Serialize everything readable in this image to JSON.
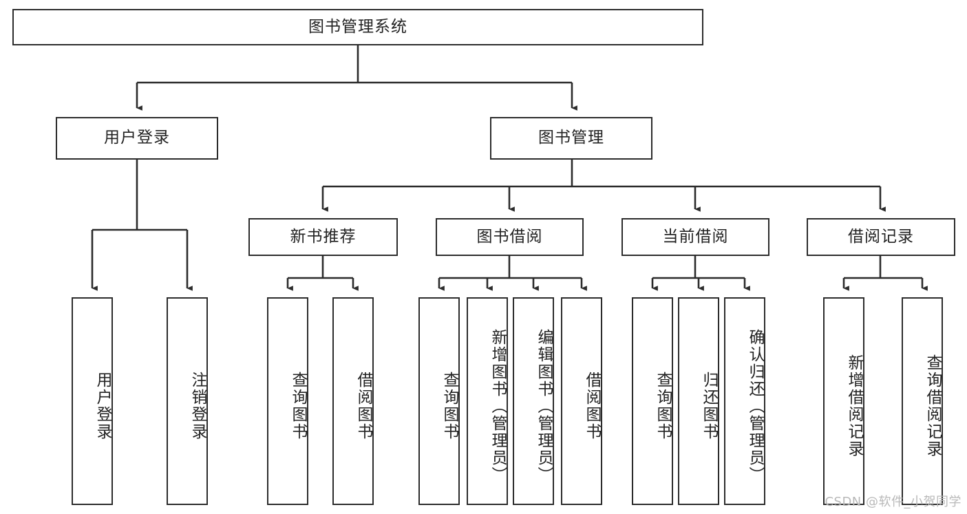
{
  "diagram": {
    "type": "tree-hierarchy",
    "title": "图书管理系统",
    "orientation": "top-down",
    "watermark": "CSDN @软件_小贺同学",
    "colors": {
      "box_border": "#2b2b2b",
      "box_fill": "#ffffff",
      "connector": "#2b2b2b",
      "text": "#222222",
      "watermark": "#b9b9b9",
      "background": "#ffffff"
    },
    "nodes": {
      "root": {
        "label": "图书管理系统",
        "level": 1,
        "text_orientation": "horizontal"
      },
      "l2": [
        {
          "id": "user-login",
          "label": "用户登录",
          "level": 2,
          "text_orientation": "horizontal"
        },
        {
          "id": "book-manage",
          "label": "图书管理",
          "level": 2,
          "text_orientation": "horizontal"
        }
      ],
      "l3": [
        {
          "id": "new-book-recommend",
          "label": "新书推荐",
          "level": 3,
          "text_orientation": "horizontal"
        },
        {
          "id": "book-borrow",
          "label": "图书借阅",
          "level": 3,
          "text_orientation": "horizontal"
        },
        {
          "id": "current-borrow",
          "label": "当前借阅",
          "level": 3,
          "text_orientation": "horizontal"
        },
        {
          "id": "borrow-record",
          "label": "借阅记录",
          "level": 3,
          "text_orientation": "horizontal"
        }
      ],
      "leaves": [
        {
          "id": "leaf-user-login",
          "label": "用户登录",
          "parent": "user-login",
          "text_orientation": "vertical"
        },
        {
          "id": "leaf-logout",
          "label": "注销登录",
          "parent": "user-login",
          "text_orientation": "vertical"
        },
        {
          "id": "leaf-query-book-rec",
          "label": "查询图书",
          "parent": "new-book-recommend",
          "text_orientation": "vertical"
        },
        {
          "id": "leaf-borrow-book-rec",
          "label": "借阅图书",
          "parent": "new-book-recommend",
          "text_orientation": "vertical"
        },
        {
          "id": "leaf-query-book-bor",
          "label": "查询图书",
          "parent": "book-borrow",
          "text_orientation": "vertical"
        },
        {
          "id": "leaf-add-book",
          "label": "新增图书（管理员）",
          "parent": "book-borrow",
          "text_orientation": "vertical"
        },
        {
          "id": "leaf-edit-book",
          "label": "编辑图书（管理员）",
          "parent": "book-borrow",
          "text_orientation": "vertical"
        },
        {
          "id": "leaf-borrow-book-bor",
          "label": "借阅图书",
          "parent": "book-borrow",
          "text_orientation": "vertical"
        },
        {
          "id": "leaf-query-book-cur",
          "label": "查询图书",
          "parent": "current-borrow",
          "text_orientation": "vertical"
        },
        {
          "id": "leaf-return-book",
          "label": "归还图书",
          "parent": "current-borrow",
          "text_orientation": "vertical"
        },
        {
          "id": "leaf-confirm-return",
          "label": "确认归还（管理员）",
          "parent": "current-borrow",
          "text_orientation": "vertical"
        },
        {
          "id": "leaf-add-record",
          "label": "新增借阅记录",
          "parent": "borrow-record",
          "text_orientation": "vertical"
        },
        {
          "id": "leaf-query-record",
          "label": "查询借阅记录",
          "parent": "borrow-record",
          "text_orientation": "vertical"
        }
      ]
    }
  }
}
